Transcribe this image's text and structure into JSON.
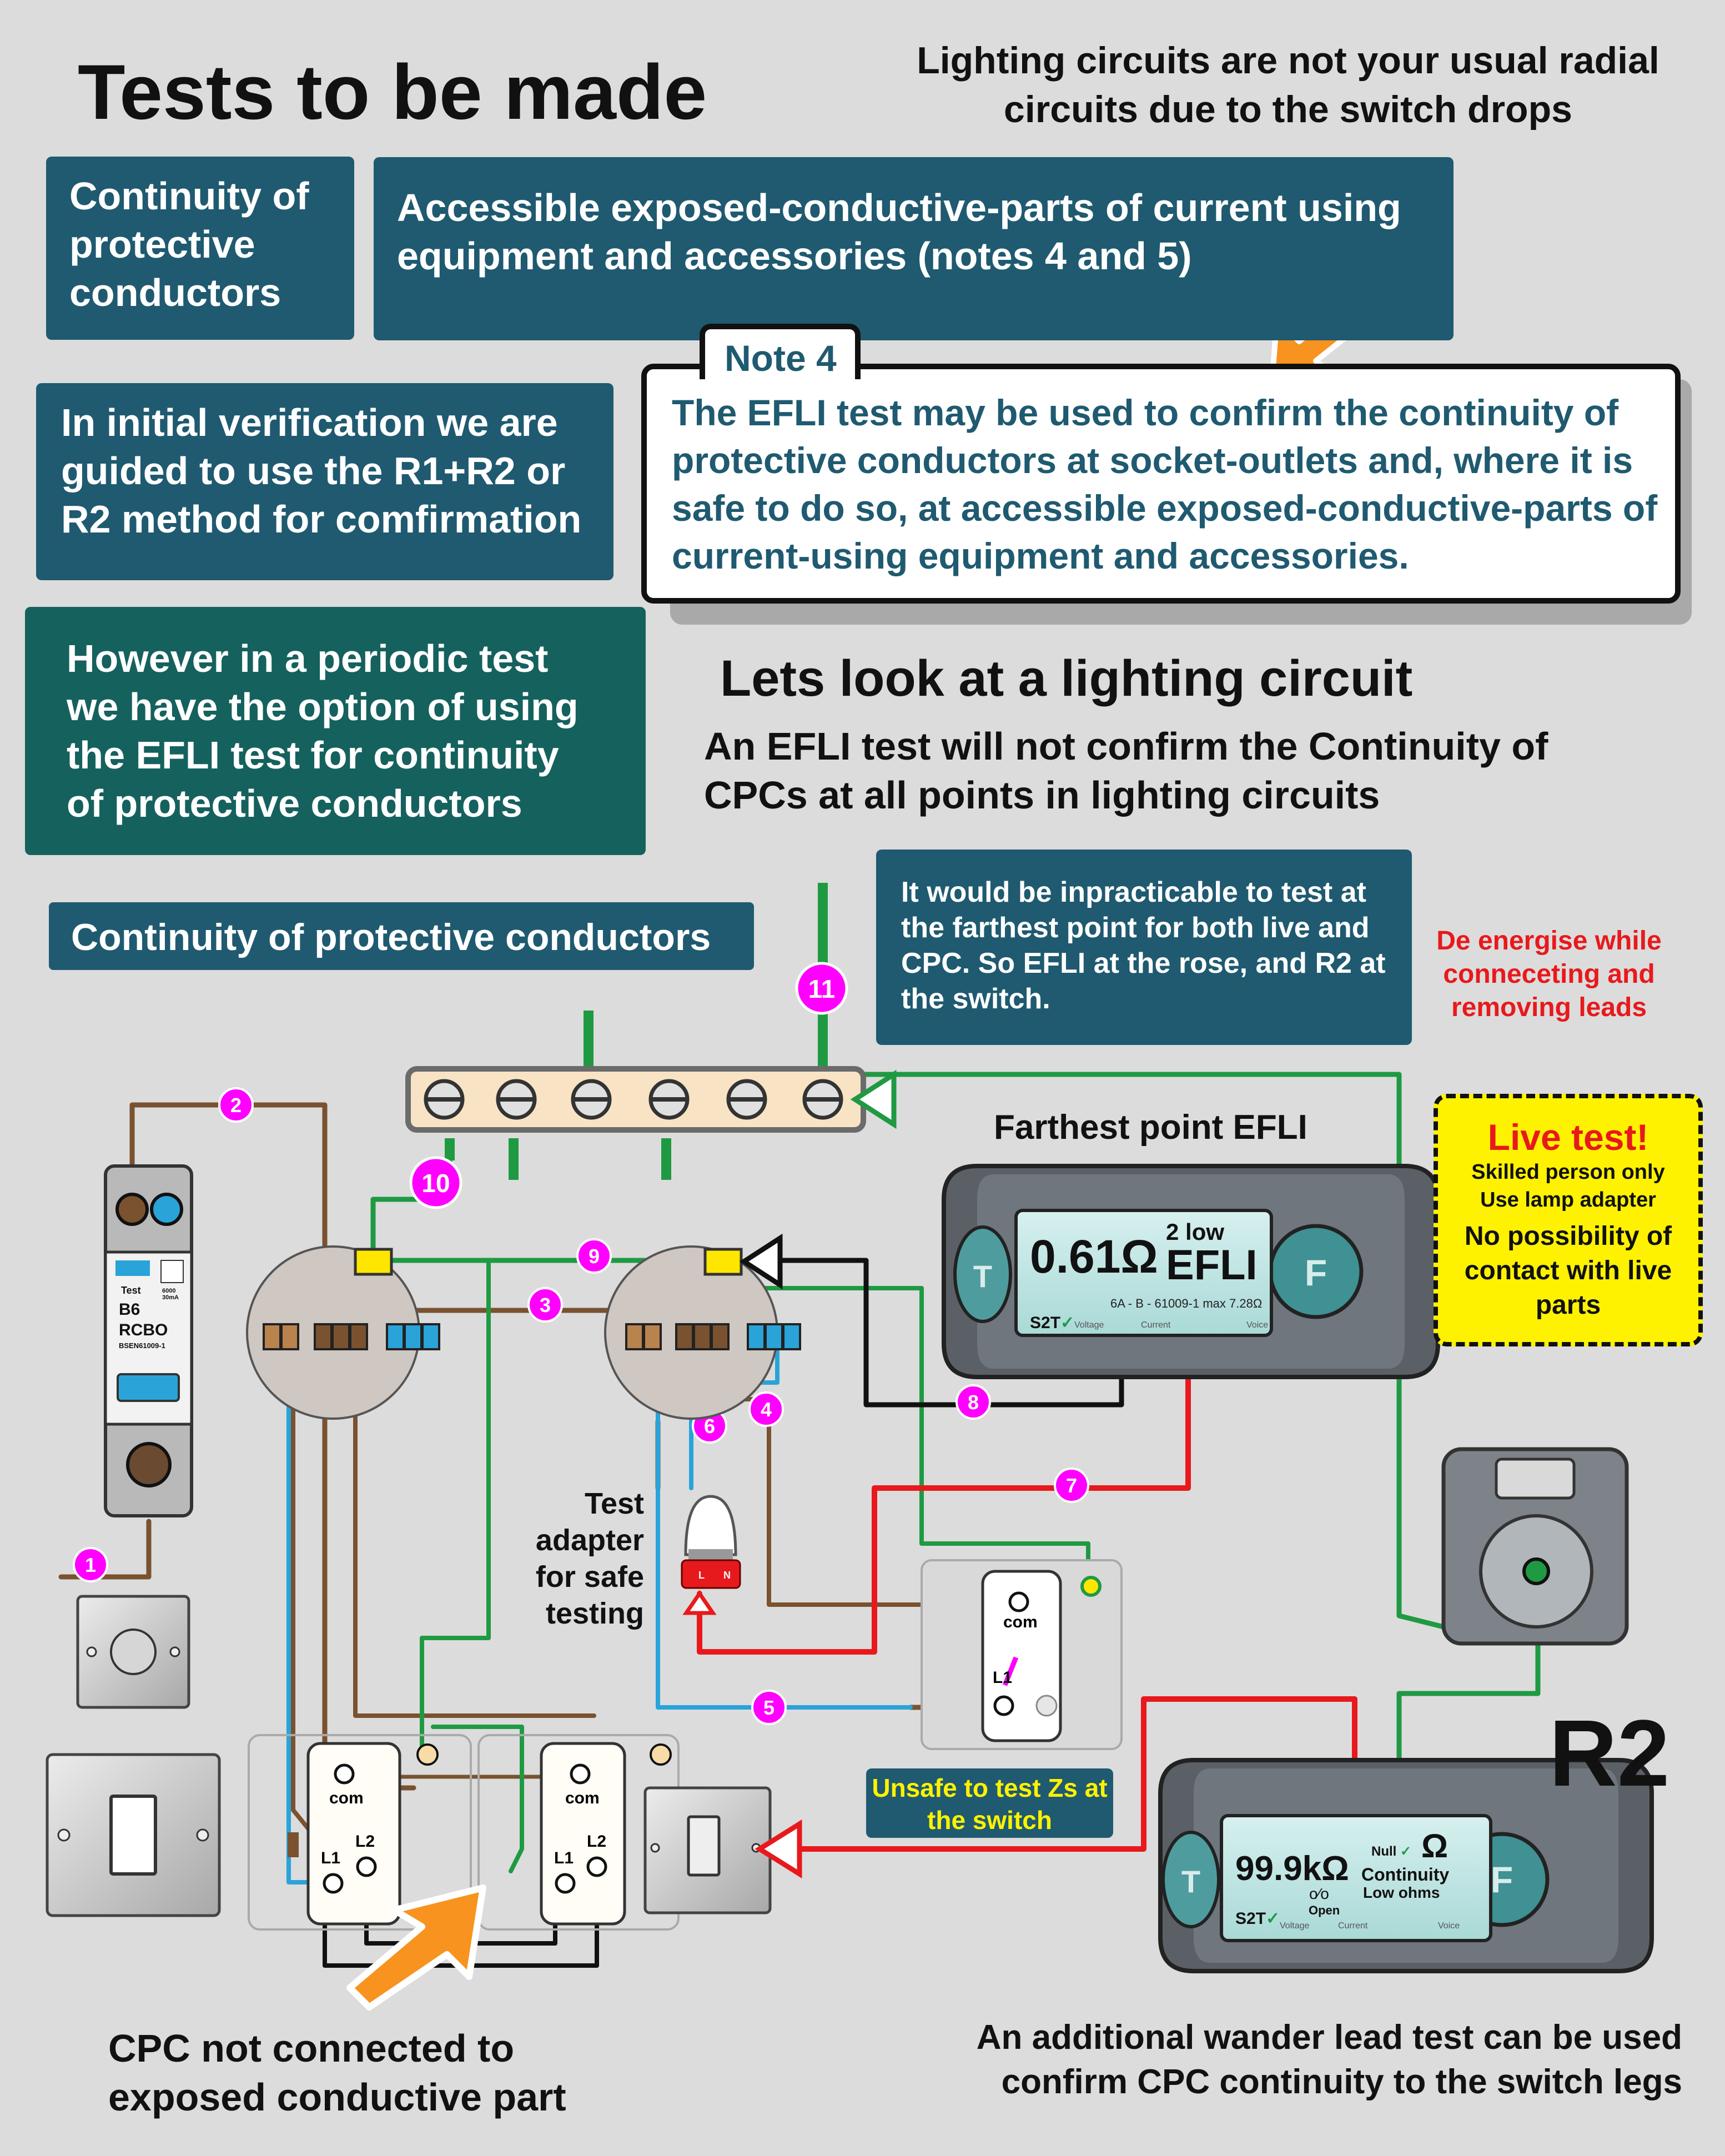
{
  "title": "Tests to be made",
  "top_note": "Lighting circuits are not your usual radial circuits due to the switch drops",
  "box_continuity": "Continuity of protective conductors",
  "box_accessible": "Accessible exposed-conductive-parts of current using equipment and accessories (notes 4 and 5)",
  "note4": {
    "tab": "Note 4",
    "text": "The EFLI test may be used to confirm the continuity of protective conductors at socket-outlets and, where it is safe to do so, at accessible exposed-conductive-parts of current-using equipment and accessories."
  },
  "box_initial": "In initial verification we are guided to use the R1+R2 or R2 method for comfirmation",
  "box_periodic": "However in a periodic test we have the option of using the EFLI test for continuity of protective conductors",
  "lighting_heading": "Lets look at a lighting circuit",
  "lighting_sub": "An EFLI test will not confirm the Continuity of CPCs at all points in lighting circuits",
  "label_continuity": "Continuity of  protective conductors",
  "impractical": "It would be inpracticable to test at the farthest point for both live and CPC. So EFLI at the rose, and R2 at the switch.",
  "de_energise": "De energise while conneceting and removing leads",
  "farthest_label": "Farthest point EFLI",
  "live_test": {
    "title": "Live test!",
    "line1": "Skilled person only",
    "line2": "Use lamp adapter",
    "line3": "No possibility of contact with live parts"
  },
  "tester_efli": {
    "reading": "0.61Ω",
    "mode_top": "2 low",
    "mode": "EFLI",
    "small": "6A - B - 61009-1 max 7.28Ω",
    "brand": "S2T",
    "tabs": [
      "Voltage",
      "Current",
      "Voice"
    ],
    "t_key": "T",
    "f_key": "F"
  },
  "tester_r2": {
    "reading": "99.9kΩ",
    "null": "Null",
    "omega": "Ω",
    "mode1": "Continuity",
    "mode2": "Low ohms",
    "open": "Open",
    "brand": "S2T",
    "tabs": [
      "Voltage",
      "Current",
      "Voice"
    ],
    "t_key": "T",
    "f_key": "F"
  },
  "rcbo": {
    "test": "Test",
    "rating": "B6",
    "name": "RCBO",
    "std": "BSEN61009-1",
    "ma": "30mA",
    "ka": "6000"
  },
  "test_adapter": "Test adapter for safe testing",
  "adapter_pins": {
    "l": "L",
    "n": "N"
  },
  "unsafe": "Unsafe to test Zs at the switch",
  "r2_label": "R2",
  "cpc_not_connected": "CPC not connected to exposed conductive part",
  "wander_lead": "An additional wander lead test can be used confirm CPC continuity to the switch legs",
  "switch_terms": {
    "com": "com",
    "l1": "L1",
    "l2": "L2"
  },
  "markers": [
    "1",
    "2",
    "3",
    "4",
    "5",
    "6",
    "7",
    "8",
    "9",
    "10",
    "11"
  ],
  "colors": {
    "navy": "#1f5a70",
    "teal": "#15615e",
    "brown": "#7a5230",
    "blue": "#2aa3d8",
    "green": "#1f9a43",
    "red": "#e8191c",
    "magenta": "#ff00ff",
    "orange": "#f7931e",
    "yellow": "#fff200"
  }
}
